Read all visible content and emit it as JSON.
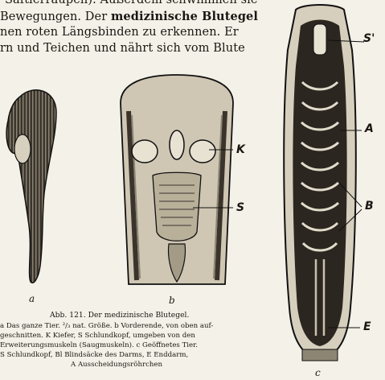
{
  "body_text": {
    "line1": "Saftlerraupen). Außerdem schwimmen sie",
    "line2_pre": "Bewegungen. Der ",
    "line2_bold": "medizinische Blutegel",
    "line3": "nen roten Längsbinden zu erkennen. Er",
    "line4": "rn und Teichen und nährt sich vom Blute"
  },
  "figure_labels": {
    "a": "a",
    "b": "b",
    "c": "c",
    "K": "K",
    "S_mid": "S",
    "S_top": "S'",
    "A": "A",
    "B": "B",
    "E": "E"
  },
  "caption": {
    "title": "Abb. 121. Der medizinische Blutegel.",
    "line1": "a Das ganze Tier. ²/₃ nat. Größe. b Vorderende, von oben auf-",
    "line2": "geschnitten. K Kiefer, S Schlundkopf, umgeben von den",
    "line3": "Erweiterungsmuskeln (Saugmuskeln). c Geöffnetes Tier.",
    "line4": "S Schlundkopf, Bl Blindsäcke des Darms, E Enddarm,",
    "line5": "A Ausscheidungsröhrchen"
  }
}
